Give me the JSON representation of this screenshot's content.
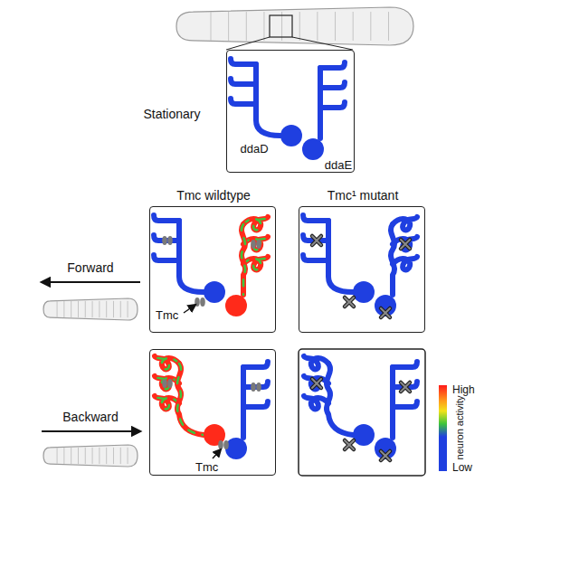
{
  "diagram": {
    "nodes": [
      {
        "text": [
          "ddaD",
          "ddaE"
        ]
      },
      {
        "text": [
          "Tmc wildtype",
          "Tmc"
        ]
      },
      {
        "text": [
          "Tmc¹ mutant"
        ]
      },
      {
        "text": [
          "Tmc"
        ]
      }
    ],
    "labels": [
      "Stationary",
      "Forward",
      "Backward",
      "High",
      "neuron activity",
      "Low"
    ]
  }
}
